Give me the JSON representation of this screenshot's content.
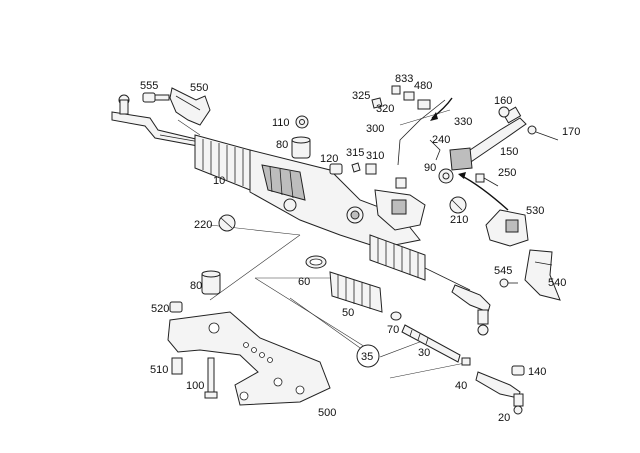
{
  "labels": [
    {
      "id": "555",
      "text": "555"
    },
    {
      "id": "550",
      "text": "550"
    },
    {
      "id": "833",
      "text": "833"
    },
    {
      "id": "480",
      "text": "480"
    },
    {
      "id": "325",
      "text": "325"
    },
    {
      "id": "320",
      "text": "320"
    },
    {
      "id": "330",
      "text": "330"
    },
    {
      "id": "160",
      "text": "160"
    },
    {
      "id": "170",
      "text": "170"
    },
    {
      "id": "300",
      "text": "300"
    },
    {
      "id": "110",
      "text": "110"
    },
    {
      "id": "240",
      "text": "240"
    },
    {
      "id": "80a",
      "text": "80"
    },
    {
      "id": "315",
      "text": "315"
    },
    {
      "id": "310",
      "text": "310"
    },
    {
      "id": "150",
      "text": "150"
    },
    {
      "id": "120",
      "text": "120"
    },
    {
      "id": "90",
      "text": "90"
    },
    {
      "id": "250",
      "text": "250"
    },
    {
      "id": "10",
      "text": "10"
    },
    {
      "id": "530",
      "text": "530"
    },
    {
      "id": "210",
      "text": "210"
    },
    {
      "id": "220",
      "text": "220"
    },
    {
      "id": "545",
      "text": "545"
    },
    {
      "id": "60",
      "text": "60"
    },
    {
      "id": "540",
      "text": "540"
    },
    {
      "id": "80b",
      "text": "80"
    },
    {
      "id": "520",
      "text": "520"
    },
    {
      "id": "50",
      "text": "50"
    },
    {
      "id": "70",
      "text": "70"
    },
    {
      "id": "35",
      "text": "35"
    },
    {
      "id": "30",
      "text": "30"
    },
    {
      "id": "510",
      "text": "510"
    },
    {
      "id": "140",
      "text": "140"
    },
    {
      "id": "100",
      "text": "100"
    },
    {
      "id": "40",
      "text": "40"
    },
    {
      "id": "500",
      "text": "500"
    },
    {
      "id": "20",
      "text": "20"
    }
  ]
}
